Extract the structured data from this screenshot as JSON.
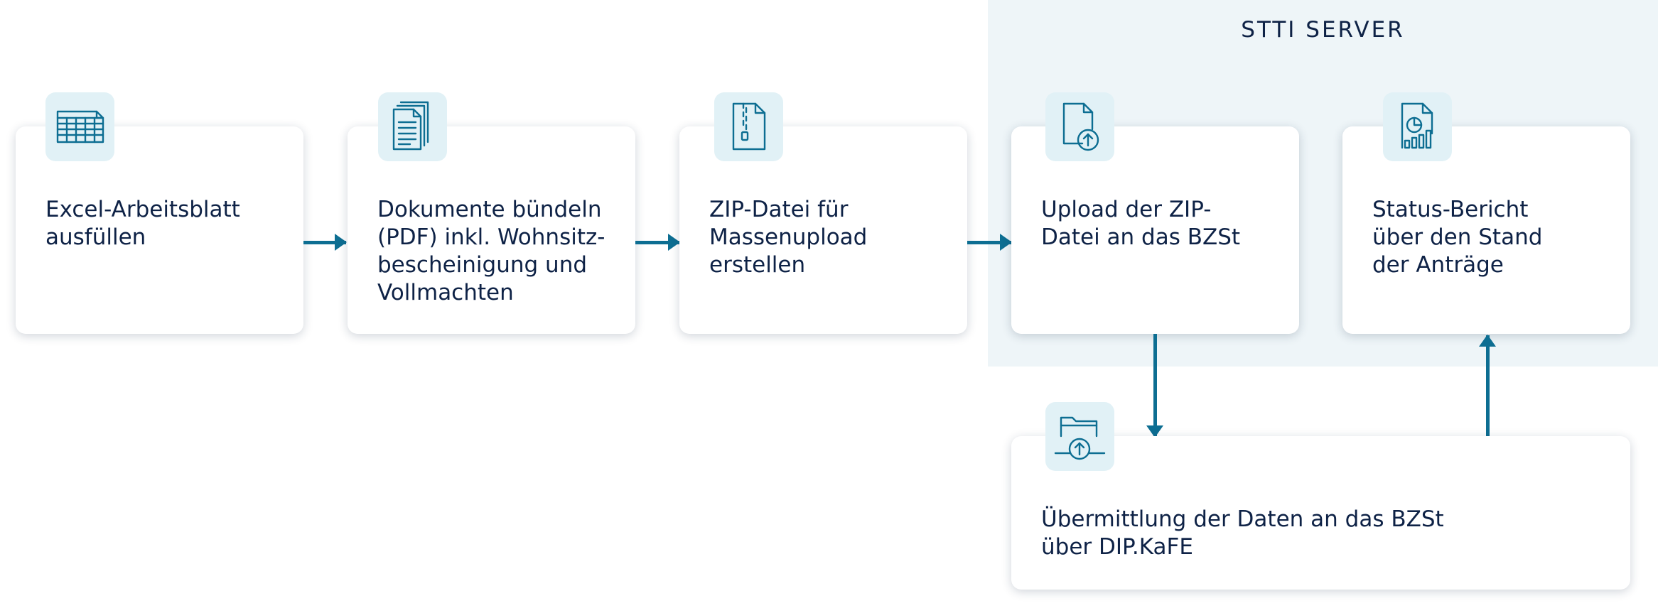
{
  "server_zone": {
    "title": "STTI SERVER"
  },
  "steps": [
    {
      "label": "Excel-Arbeitsblatt\nausfüllen",
      "icon": "spreadsheet-icon"
    },
    {
      "label": "Dokumente bündeln\n(PDF) inkl. Wohnsitz-\nbescheinigung und\nVollmachten",
      "icon": "documents-stack-icon"
    },
    {
      "label": "ZIP-Datei für\nMassenupload\nerstellen",
      "icon": "zip-file-icon"
    },
    {
      "label": "Upload der ZIP-\nDatei an das BZSt",
      "icon": "file-upload-icon"
    },
    {
      "label": "Status-Bericht\nüber den Stand\nder Anträge",
      "icon": "report-chart-icon"
    },
    {
      "label": "Übermittlung der Daten an das BZSt\nüber DIP.KaFE",
      "icon": "folder-upload-icon"
    }
  ],
  "colors": {
    "accent": "#0d6e92",
    "text": "#0e2246",
    "icon_bg": "#e1f1f6",
    "server_bg": "#eef5f8"
  }
}
